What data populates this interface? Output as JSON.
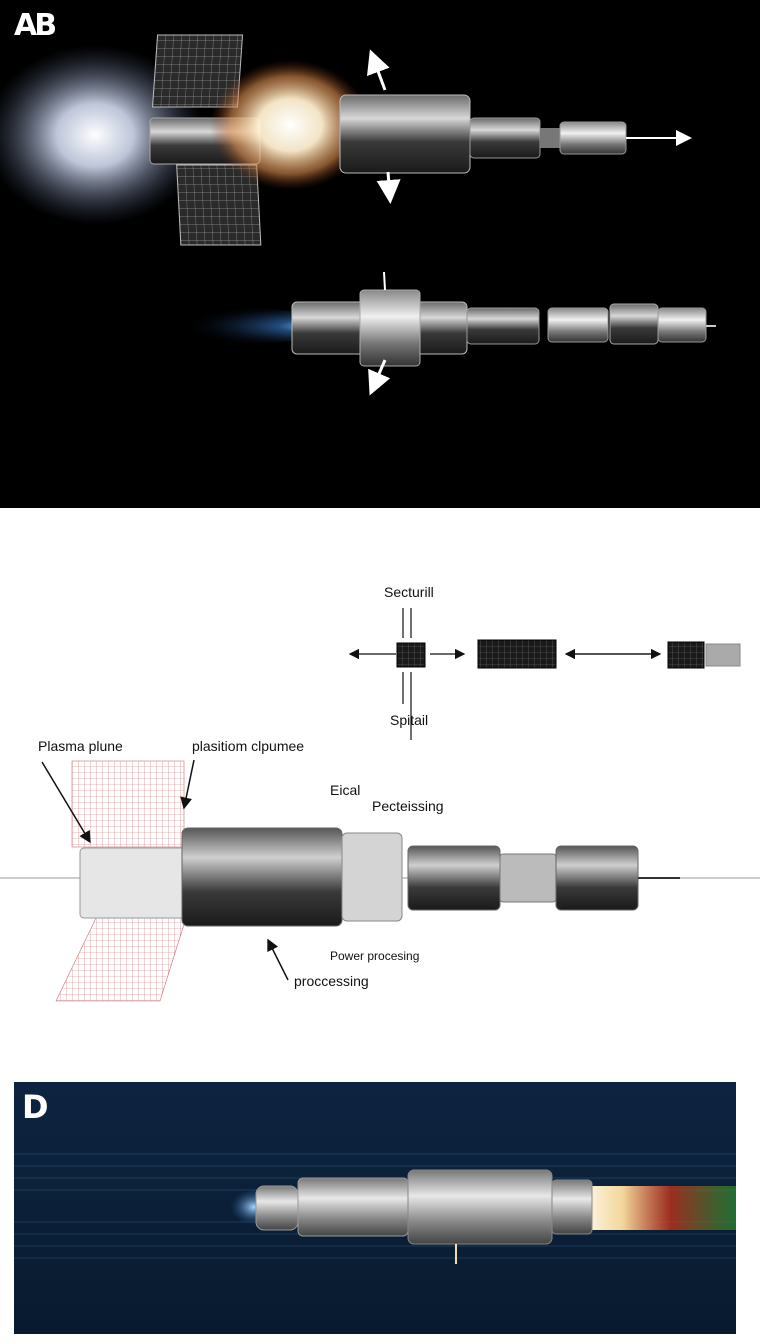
{
  "panels": {
    "ab": {
      "letter": "AB"
    },
    "d": {
      "letter": "D"
    }
  },
  "diagram_c": {
    "top_label": "Secturill",
    "bottom_label": "Spitail",
    "plasma_label": "Plasma plune",
    "plasitiom_label": "plasitiom clpumee",
    "eical_label": "Eical",
    "pecteissing_label": "Pecteissing",
    "power_label": "Power procesing",
    "processing_label": "proccessing"
  }
}
